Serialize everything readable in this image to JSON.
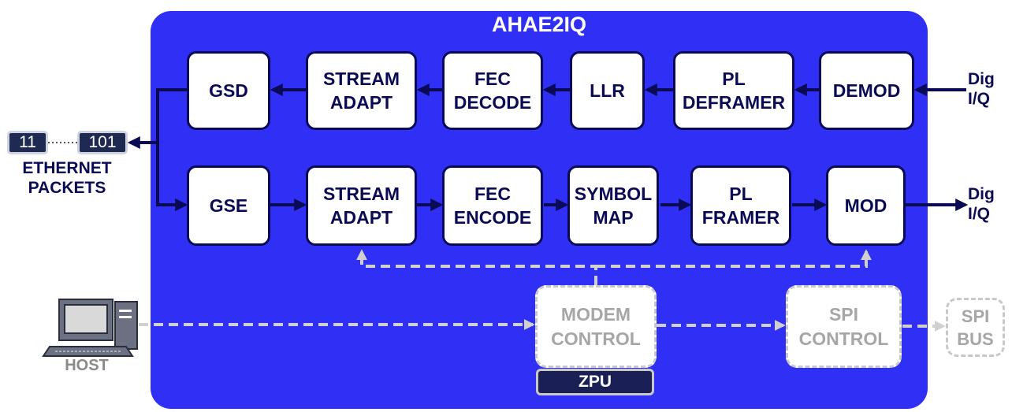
{
  "title": "AHAE2IQ",
  "rx_chain": {
    "gsd": [
      "GSD"
    ],
    "stream_adapt": [
      "STREAM",
      "ADAPT"
    ],
    "fec_decode": [
      "FEC",
      "DECODE"
    ],
    "llr": [
      "LLR"
    ],
    "pl_deframer": [
      "PL",
      "DEFRAMER"
    ],
    "demod": [
      "DEMOD"
    ]
  },
  "tx_chain": {
    "gse": [
      "GSE"
    ],
    "stream_adapt": [
      "STREAM",
      "ADAPT"
    ],
    "fec_encode": [
      "FEC",
      "ENCODE"
    ],
    "symbol_map": [
      "SYMBOL",
      "MAP"
    ],
    "pl_framer": [
      "PL",
      "FRAMER"
    ],
    "mod": [
      "MOD"
    ]
  },
  "control": {
    "modem_control": [
      "MODEM",
      "CONTROL"
    ],
    "zpu": "ZPU",
    "spi_control": [
      "SPI",
      "CONTROL"
    ],
    "spi_bus": [
      "SPI",
      "BUS"
    ]
  },
  "io": {
    "dig_iq_in": [
      "Dig",
      "I/Q"
    ],
    "dig_iq_out": [
      "Dig",
      "I/Q"
    ]
  },
  "ethernet": {
    "packet_a": "11",
    "packet_b": "101",
    "label": [
      "ETHERNET",
      "PACKETS"
    ]
  },
  "host": {
    "label": "HOST"
  },
  "colors": {
    "panel": "#2f2ff5",
    "block_border": "#0b0b55",
    "control_dash": "#c8c8c8",
    "zpu": "#1a1f55"
  },
  "icons": [
    "host-computer-icon"
  ]
}
